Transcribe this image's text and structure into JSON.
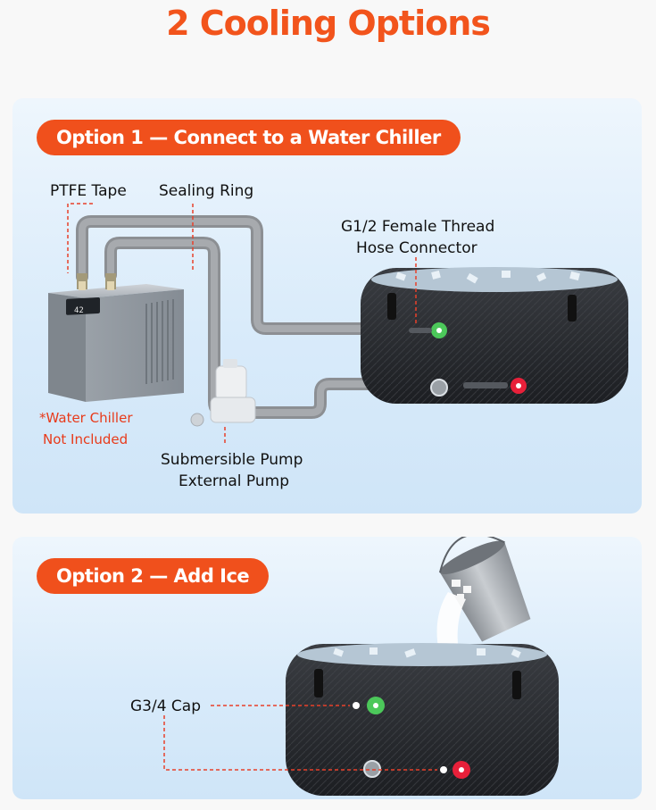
{
  "title": "2 Cooling Options",
  "option1": {
    "heading": "Option 1 — Connect to a Water Chiller",
    "labels": {
      "ptfe_tape": "PTFE Tape",
      "sealing_ring": "Sealing Ring",
      "connector_line1": "G1/2 Female Thread",
      "connector_line2": "Hose Connector",
      "pump_line1": "Submersible Pump",
      "pump_line2": "External Pump",
      "chiller_note_line1": "*Water Chiller",
      "chiller_note_line2": "Not Included"
    },
    "chiller_display": "42"
  },
  "option2": {
    "heading": "Option 2 — Add Ice",
    "labels": {
      "cap": "G3/4 Cap"
    }
  },
  "colors": {
    "accent": "#f0501c",
    "title": "#f2541c",
    "note": "#e83a1a",
    "valve_green": "#4cc85a",
    "valve_red": "#e8203a"
  }
}
